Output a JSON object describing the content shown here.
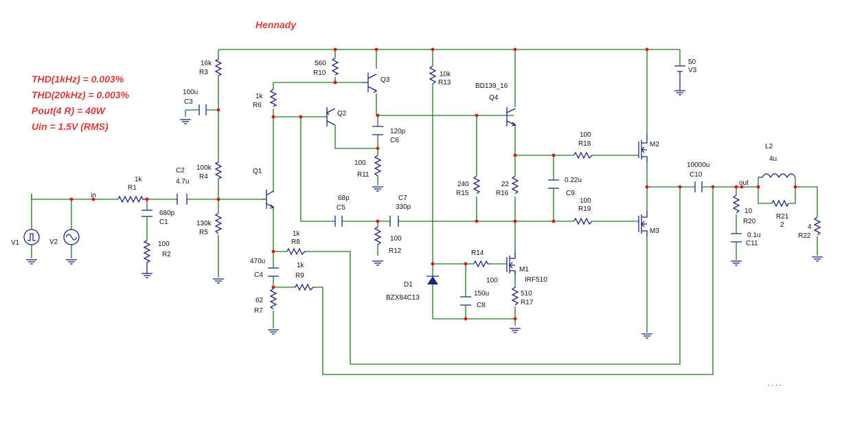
{
  "author": "Hennady",
  "specs": [
    "THD(1kHz) = 0.003%",
    "THD(20kHz) = 0.003%",
    "Pout(4 R) = 40W",
    "Uin = 1.5V (RMS)"
  ],
  "net_in": "in",
  "net_out": "out",
  "ellipsis": ". . . .",
  "components": {
    "R1": {
      "name": "R1",
      "value": "1k"
    },
    "C1": {
      "name": "C1",
      "value": "680p"
    },
    "R2": {
      "name": "R2",
      "value": "100"
    },
    "C2": {
      "name": "C2",
      "value": "4.7u"
    },
    "R3": {
      "name": "R3",
      "value": "16k"
    },
    "C3": {
      "name": "C3",
      "value": "100u"
    },
    "R4": {
      "name": "R4",
      "value": "100k"
    },
    "R5": {
      "name": "R5",
      "value": "130k"
    },
    "Q1": {
      "name": "Q1"
    },
    "R6": {
      "name": "R6",
      "value": "1k"
    },
    "R10": {
      "name": "R10",
      "value": "560"
    },
    "Q2": {
      "name": "Q2"
    },
    "Q3": {
      "name": "Q3"
    },
    "C6": {
      "name": "C6",
      "value": "120p"
    },
    "R11": {
      "name": "R11",
      "value": "100"
    },
    "C5": {
      "name": "C5",
      "value": "68p"
    },
    "C7": {
      "name": "C7",
      "value": "330p"
    },
    "R12": {
      "name": "R12",
      "value": "100"
    },
    "R13": {
      "name": "R13",
      "value": "10k"
    },
    "Q4": {
      "name": "Q4",
      "value": "BD139_16"
    },
    "R15": {
      "name": "R15",
      "value": "240"
    },
    "R16": {
      "name": "R16",
      "value": "22"
    },
    "C9": {
      "name": "C9",
      "value": "0.22u"
    },
    "R18": {
      "name": "R18",
      "value": "100"
    },
    "R19": {
      "name": "R19",
      "value": "100"
    },
    "M2": {
      "name": "M2"
    },
    "M3": {
      "name": "M3"
    },
    "V3": {
      "name": "V3",
      "value": "50"
    },
    "C4": {
      "name": "C4",
      "value": "470u"
    },
    "R7": {
      "name": "R7",
      "value": "62"
    },
    "R8": {
      "name": "R8",
      "value": "1k"
    },
    "R9": {
      "name": "R9",
      "value": "1k"
    },
    "R14": {
      "name": "R14",
      "value": "100"
    },
    "M1": {
      "name": "M1",
      "value": "IRF510"
    },
    "D1": {
      "name": "D1",
      "value": "BZX84C13"
    },
    "C8": {
      "name": "C8",
      "value": "150u"
    },
    "R17": {
      "name": "R17",
      "value": "510"
    },
    "C10": {
      "name": "C10",
      "value": "10000u"
    },
    "L2": {
      "name": "L2",
      "value": "4u"
    },
    "R20": {
      "name": "R20",
      "value": "10"
    },
    "C11": {
      "name": "C11",
      "value": "0.1u"
    },
    "R21": {
      "name": "R21",
      "value": "2"
    },
    "R22": {
      "name": "R22",
      "value": "4"
    },
    "V1": {
      "name": "V1"
    },
    "V2": {
      "name": "V2"
    }
  }
}
